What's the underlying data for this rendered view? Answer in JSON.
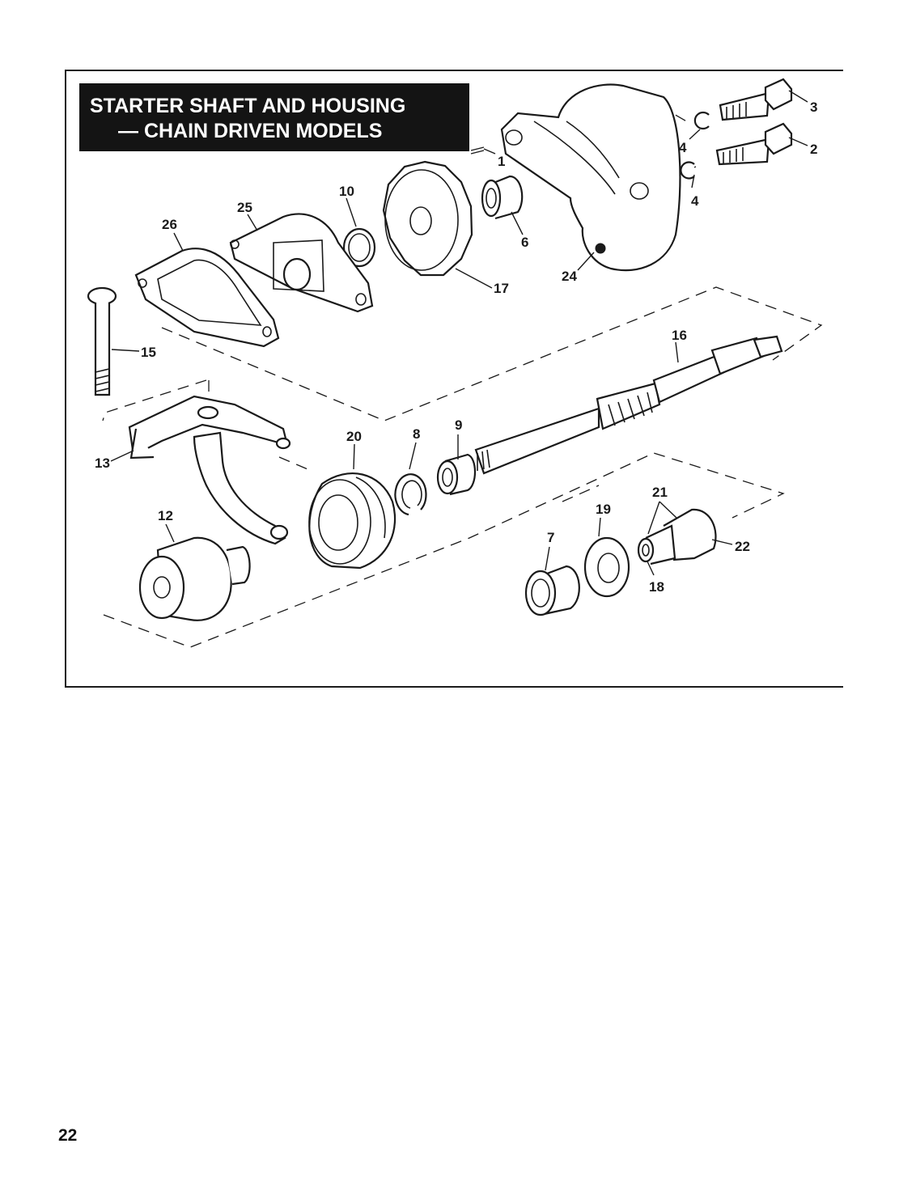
{
  "title": {
    "line1": "STARTER SHAFT AND HOUSING",
    "line2": "— CHAIN DRIVEN MODELS"
  },
  "callouts": [
    "1",
    "2",
    "3",
    "4",
    "4",
    "6",
    "7",
    "8",
    "9",
    "10",
    "12",
    "13",
    "15",
    "16",
    "17",
    "18",
    "19",
    "20",
    "21",
    "22",
    "24",
    "25",
    "26"
  ],
  "page_number": "22"
}
